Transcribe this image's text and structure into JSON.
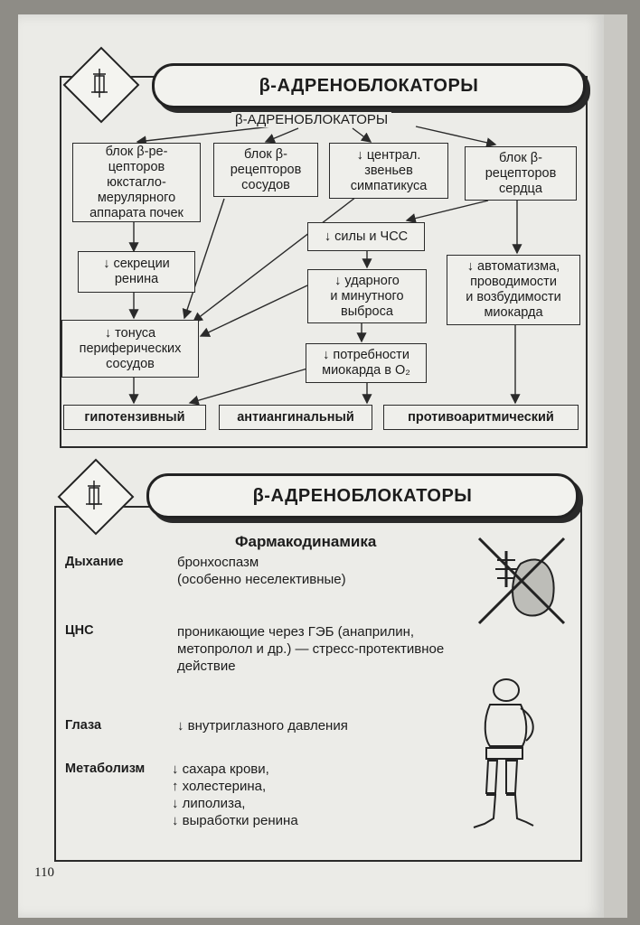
{
  "top_panel": {
    "title": "β-АДРЕНОБЛОКАТОРЫ",
    "root_label": "β-АДРЕНОБЛОКАТОРЫ",
    "boxes": {
      "kidney": "блок β-ре-\nцепторов\nюкстагло-\nмерулярного\nаппарата почек",
      "vessels": "блок β-\nрецепторов\nсосудов",
      "central": "↓ централ.\nзвеньев\nсимпатикуса",
      "heart": "блок β-\nрецепторов\nсердца",
      "renin": "↓ секреции\nренина",
      "force": "↓ силы и ЧСС",
      "tone": "↓ тонуса\nпериферических\nсосудов",
      "output": "↓ ударного\nи минутного\nвыброса",
      "automatism": "↓ автоматизма,\nпроводимости\nи возбудимости\nмиокарда",
      "demand": "↓ потребности\nмиокарда в O₂"
    },
    "results": {
      "hypotensive": "гипотензивный",
      "antianginal": "антиангинальный",
      "antiarrhythmic": "противоаритмический"
    }
  },
  "bottom_panel": {
    "title": "β-АДРЕНОБЛОКАТОРЫ",
    "heading": "Фармакодинамика",
    "rows": [
      {
        "label": "Дыхание",
        "text": "бронхоспазм\n(особенно неселективные)"
      },
      {
        "label": "ЦНС",
        "text": "проникающие через ГЭБ (анаприлин,\nметопролол и др.) — стресс-протективное\nдействие"
      },
      {
        "label": "Глаза",
        "text": "↓ внутриглазного давления"
      },
      {
        "label": "Метаболизм",
        "text": "↓ сахара крови,\n↑ холестерина,\n↓ липолиза,\n↓ выработки ренина"
      }
    ]
  },
  "page_number": "110",
  "icons": [
    "syringe-icon",
    "lung-crossed-icon",
    "human-figure-icon"
  ]
}
